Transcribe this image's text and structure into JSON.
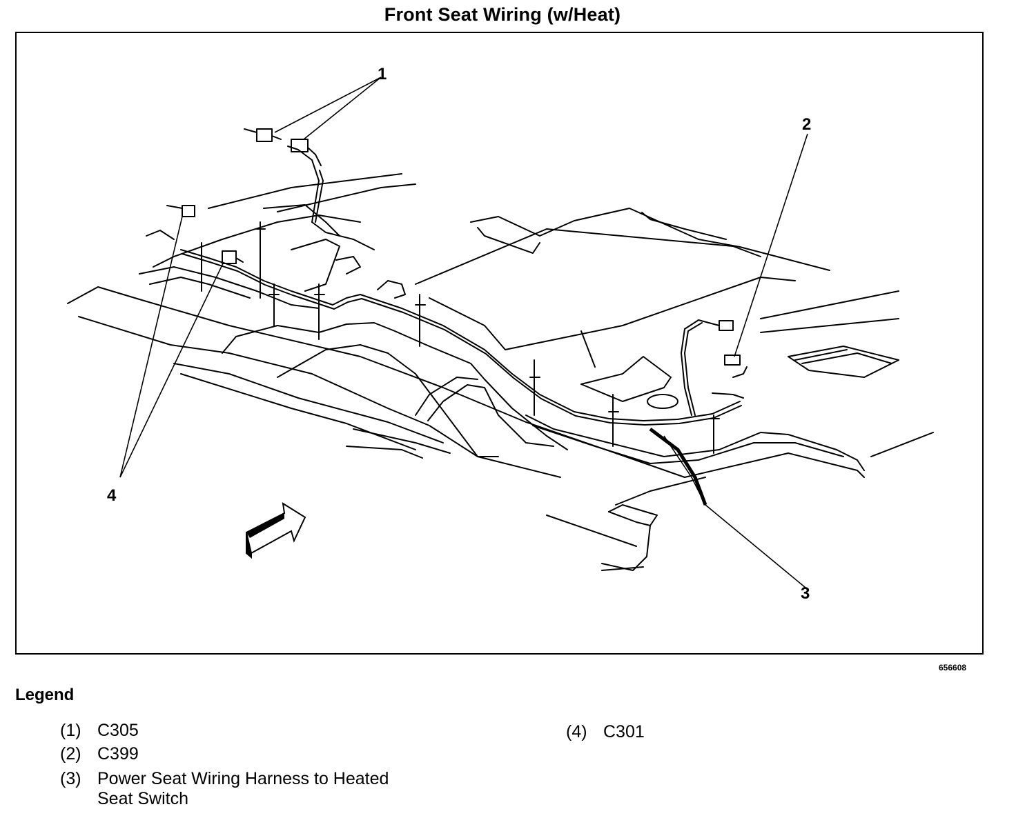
{
  "title": "Front Seat Wiring (w/Heat)",
  "figure_code": "656608",
  "callouts": {
    "c1": "1",
    "c2": "2",
    "c3": "3",
    "c4": "4"
  },
  "legend": {
    "heading": "Legend",
    "items": [
      {
        "num": "(1)",
        "text": "C305"
      },
      {
        "num": "(2)",
        "text": "C399"
      },
      {
        "num": "(3)",
        "text_line1": "Power Seat Wiring Harness to Heated",
        "text_line2": "Seat Switch"
      },
      {
        "num": "(4)",
        "text": "C301"
      }
    ]
  }
}
